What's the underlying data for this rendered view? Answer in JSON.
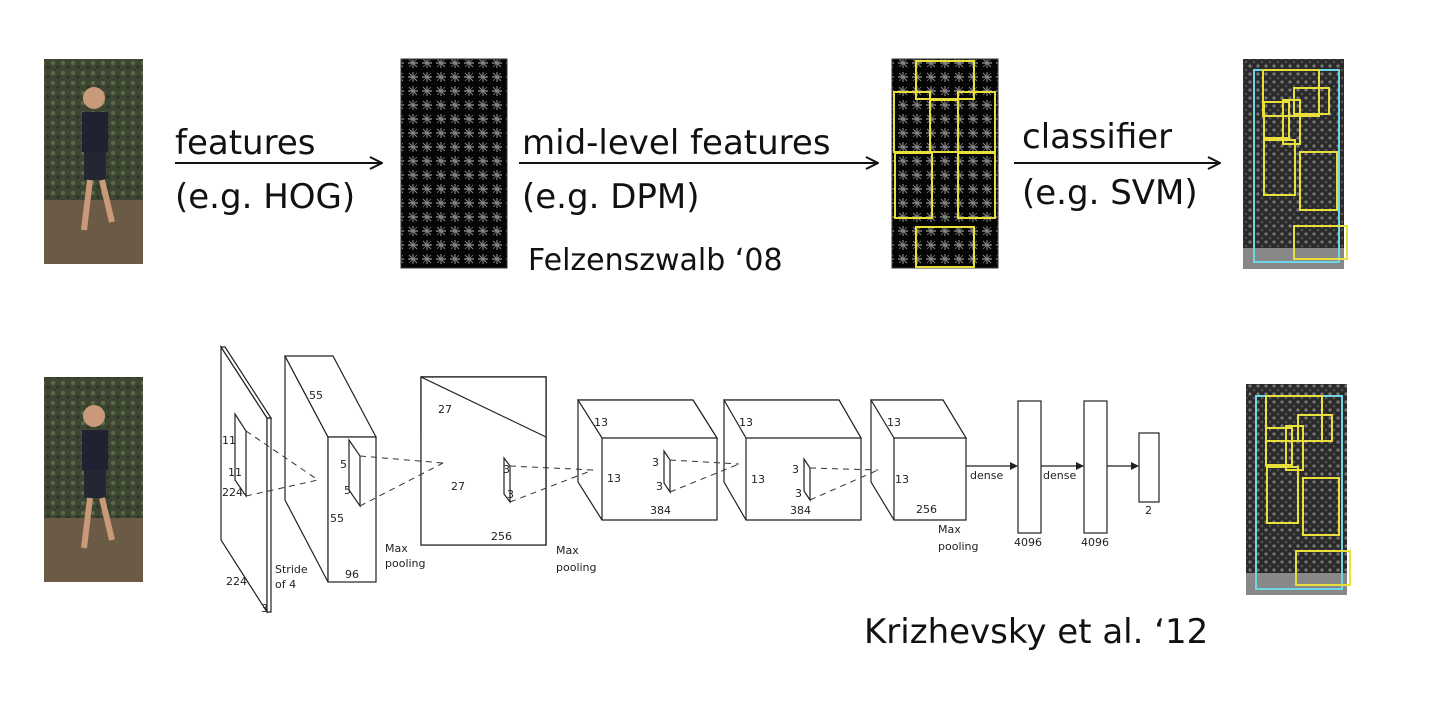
{
  "top_row": {
    "stage1": {
      "line1": "features",
      "line2": "(e.g. HOG)"
    },
    "stage2": {
      "line1": "mid-level features",
      "line2": "(e.g. DPM)"
    },
    "stage3": {
      "line1": "classifier",
      "line2": "(e.g. SVM)"
    },
    "citation": "Felzenszwalb ‘08"
  },
  "bottom_row": {
    "input": {
      "k1": "11",
      "k2": "11",
      "size": "224",
      "depth": "224",
      "channels": "3",
      "stride_1": "Stride",
      "stride_2": "of 4"
    },
    "conv1": {
      "height": "55",
      "side": "55",
      "k1": "5",
      "k2": "5",
      "depth": "96",
      "pool_1": "Max",
      "pool_2": "pooling"
    },
    "conv2": {
      "height": "27",
      "side": "27",
      "k1": "3",
      "k2": "3",
      "depth": "256",
      "pool_1": "Max",
      "pool_2": "pooling"
    },
    "conv3": {
      "height": "13",
      "side": "13",
      "k1": "3",
      "k2": "3",
      "depth": "384"
    },
    "conv4": {
      "height": "13",
      "side": "13",
      "k1": "3",
      "k2": "3",
      "depth": "384"
    },
    "conv5": {
      "height": "13",
      "side": "13",
      "depth": "256",
      "pool_1": "Max",
      "pool_2": "pooling"
    },
    "fc": {
      "dense_1": "dense",
      "dense_2": "dense",
      "fc1": "4096",
      "fc2": "4096",
      "out": "2"
    },
    "citation": "Krizhevsky et al. ‘12"
  },
  "colors": {
    "box_yellow": "#e8df3c",
    "box_cyan": "#6fd6e6",
    "text": "#111111"
  }
}
